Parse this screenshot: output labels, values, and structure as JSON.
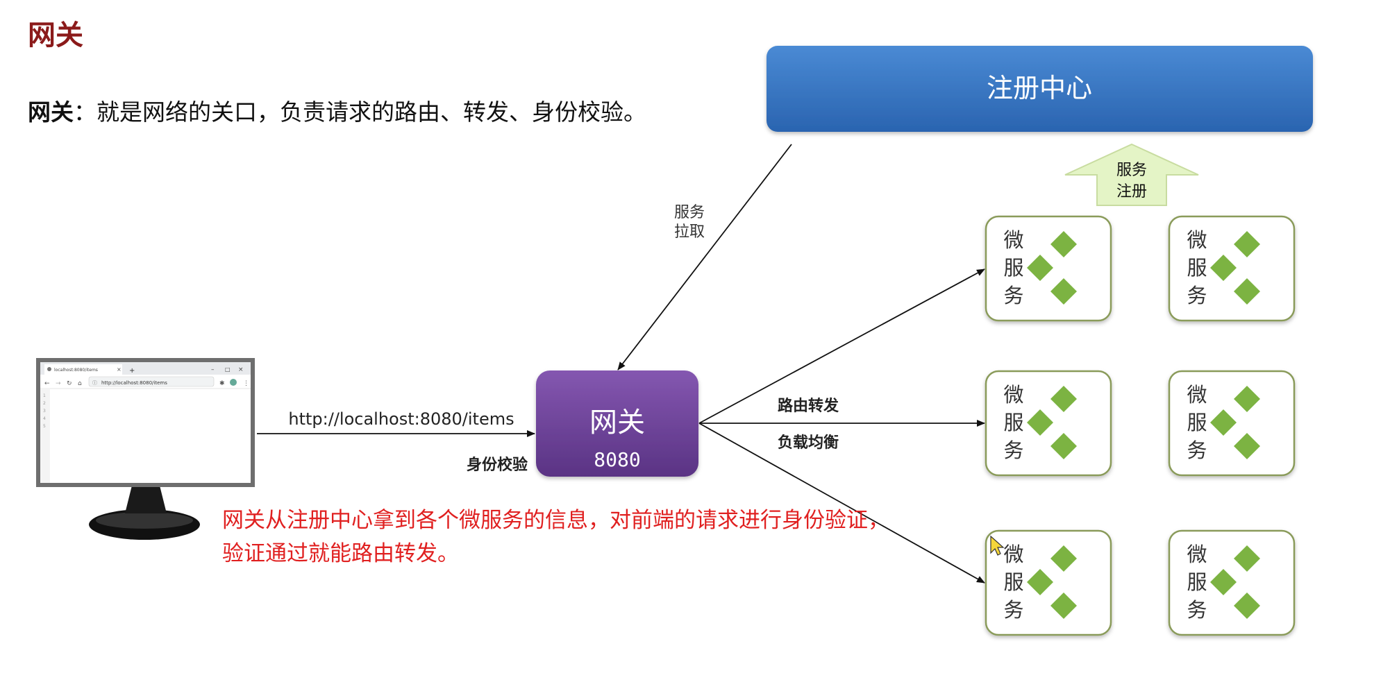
{
  "page": {
    "title": "网关",
    "definition_term": "网关",
    "definition_text": "：就是网络的关口，负责请求的路由、转发、身份校验。"
  },
  "registry": {
    "label": "注册中心"
  },
  "service_register_arrow": {
    "line1": "服务",
    "line2": "注册"
  },
  "service_pull": {
    "line1": "服务",
    "line2": "拉取"
  },
  "gateway": {
    "label": "网关",
    "port": "8080"
  },
  "request": {
    "url": "http://localhost:8080/items",
    "auth_label": "身份校验"
  },
  "routing": {
    "route_label": "路由转发",
    "balance_label": "负载均衡"
  },
  "note": {
    "line1": "网关从注册中心拿到各个微服务的信息，对前端的请求进行身份验证，",
    "line2": "验证通过就能路由转发。"
  },
  "microservice": {
    "label_chars": [
      "微",
      "服",
      "务"
    ]
  },
  "browser": {
    "tab_title": "localhost:8080/items",
    "new_tab": "+",
    "address": "http://localhost:8080/items",
    "line_numbers": [
      "1",
      "2",
      "3",
      "4",
      "5"
    ]
  },
  "colors": {
    "title": "#8b1a1a",
    "registry_fill": "#2f6fbf",
    "gateway_fill": "#6b3f96",
    "note_text": "#e02020",
    "arrow_fill": "#e4f4c6",
    "diamond": "#7cb342",
    "card_border": "#8a9b5a"
  }
}
